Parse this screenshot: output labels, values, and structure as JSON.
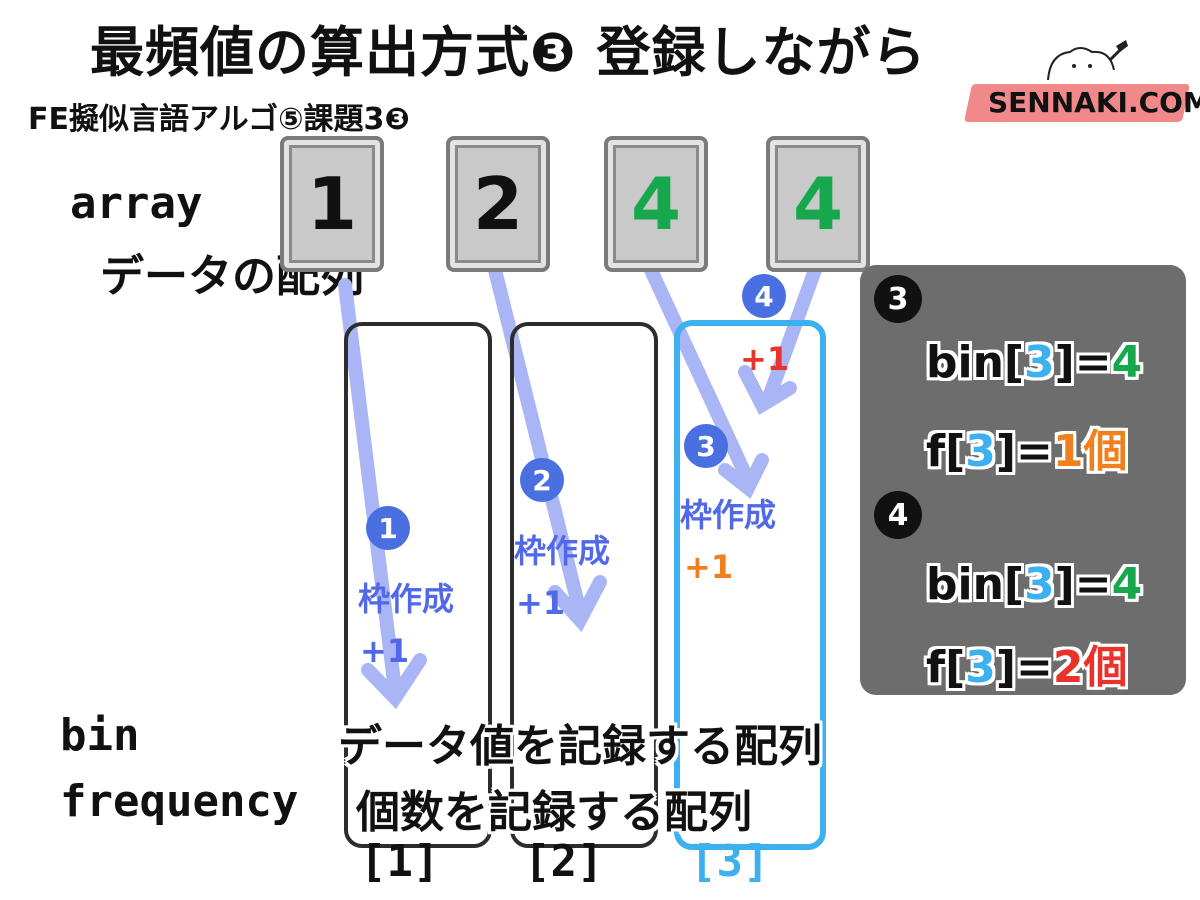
{
  "header": {
    "title": "最頻値の算出方式❸ 登録しながら",
    "subtitle": "FE擬似言語アルゴ⑤課題3❸",
    "logo": "SENNAKI.COM"
  },
  "array": {
    "label": "array",
    "caption": "データの配列",
    "cards": [
      "1",
      "2",
      "4",
      "4"
    ]
  },
  "steps": {
    "s1": {
      "num": "1",
      "make": "枠作成",
      "plus": "+1"
    },
    "s2": {
      "num": "2",
      "make": "枠作成",
      "plus": "+1"
    },
    "s3": {
      "num": "3",
      "make": "枠作成",
      "plus": "+1"
    },
    "s4": {
      "num": "4",
      "plus": "+1"
    }
  },
  "bottom": {
    "bin_label": "bin",
    "bin_desc": "データ値を記録する配列",
    "freq_label": "frequency",
    "freq_desc": "個数を記録する配列",
    "indices": [
      "[1]",
      "[2]",
      "[3]"
    ]
  },
  "panel": {
    "step3_num": "3",
    "step3_bin_a": "bin[",
    "step3_bin_idx": "3",
    "step3_bin_b": "]=",
    "step3_bin_val": "4",
    "step3_f_a": "f[",
    "step3_f_idx": "3",
    "step3_f_b": "]=",
    "step3_f_val": "1",
    "step3_f_unit": "個",
    "step4_num": "4",
    "step4_bin_a": "bin[",
    "step4_bin_idx": "3",
    "step4_bin_b": "]=",
    "step4_bin_val": "4",
    "step4_f_a": "f[",
    "step4_f_idx": "3",
    "step4_f_b": "]=",
    "step4_f_val": "2",
    "step4_f_unit": "個"
  },
  "colors": {
    "blue_box": "#3db1f0",
    "step_blue": "#4a6fe0",
    "green": "#17a84e",
    "orange": "#f07f1e",
    "red": "#e8322a",
    "panel_bg": "#6d6d6d"
  }
}
